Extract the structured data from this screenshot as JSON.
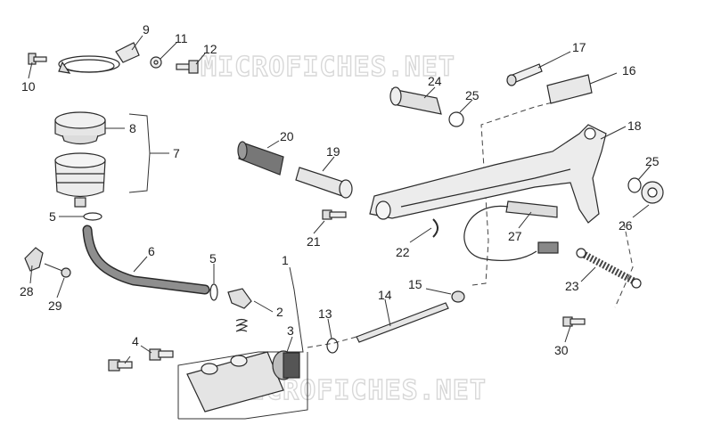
{
  "watermark": "MICROFICHES.NET",
  "labels": {
    "l1": "1",
    "l2": "2",
    "l3": "3",
    "l4": "4",
    "l5a": "5",
    "l5b": "5",
    "l6": "6",
    "l7": "7",
    "l8": "8",
    "l9": "9",
    "l10": "10",
    "l11": "11",
    "l12": "12",
    "l13": "13",
    "l14": "14",
    "l15": "15",
    "l16": "16",
    "l17": "17",
    "l18": "18",
    "l19": "19",
    "l20": "20",
    "l21": "21",
    "l22": "22",
    "l23": "23",
    "l24": "24",
    "l25a": "25",
    "l25b": "25",
    "l26": "26",
    "l27": "27",
    "l28": "28",
    "l29": "29",
    "l30": "30"
  },
  "colors": {
    "part_fill": "#ececec",
    "part_shade": "#cfcfcf",
    "line": "#333333"
  }
}
